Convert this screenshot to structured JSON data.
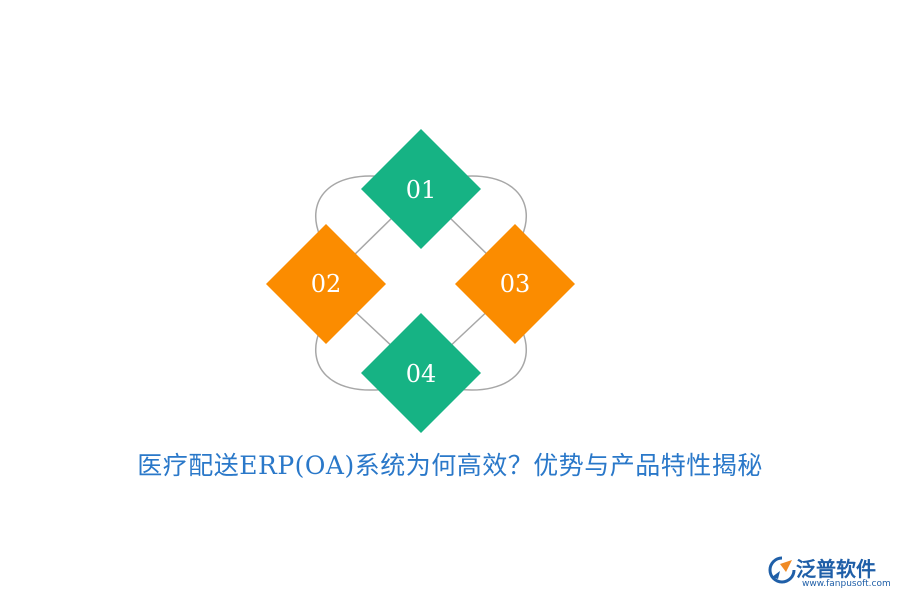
{
  "colors": {
    "green": "#16b384",
    "orange": "#fb8c00",
    "ring": "#a7a7a7",
    "caption": "#2a78c9",
    "logo": "#1f5fa8"
  },
  "nodes": [
    {
      "label": "01",
      "color": "green"
    },
    {
      "label": "02",
      "color": "orange"
    },
    {
      "label": "03",
      "color": "orange"
    },
    {
      "label": "04",
      "color": "green"
    }
  ],
  "caption": "医疗配送ERP(OA)系统为何高效？优势与产品特性揭秘",
  "logo": {
    "name": "泛普软件",
    "url": "www.fanpusoft.com"
  }
}
